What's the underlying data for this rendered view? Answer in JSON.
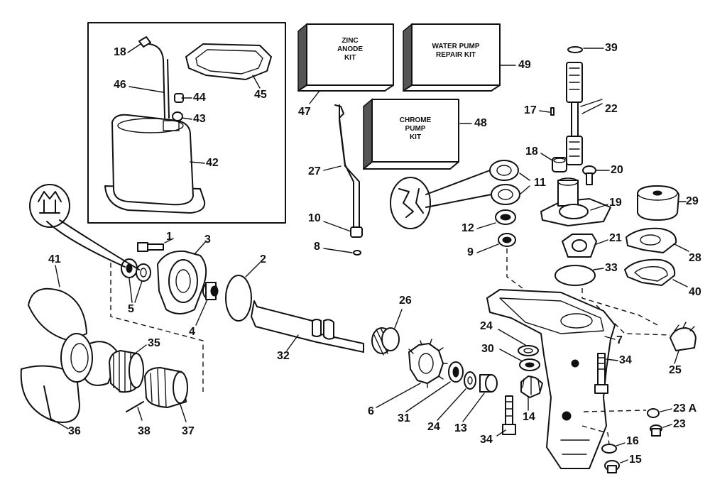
{
  "kits": {
    "zinc_anode": [
      "ZINC",
      "ANODE",
      "KIT"
    ],
    "water_pump": [
      "WATER PUMP",
      "REPAIR KIT"
    ],
    "chrome_pump": [
      "CHROME",
      "PUMP",
      "KIT"
    ]
  },
  "callouts": [
    {
      "id": "39",
      "text": "39"
    },
    {
      "id": "22",
      "text": "22"
    },
    {
      "id": "17",
      "text": "17"
    },
    {
      "id": "18b",
      "text": "18"
    },
    {
      "id": "20",
      "text": "20"
    },
    {
      "id": "49",
      "text": "49"
    },
    {
      "id": "48",
      "text": "48"
    },
    {
      "id": "47",
      "text": "47"
    },
    {
      "id": "45",
      "text": "45"
    },
    {
      "id": "18a",
      "text": "18"
    },
    {
      "id": "46",
      "text": "46"
    },
    {
      "id": "44",
      "text": "44"
    },
    {
      "id": "43",
      "text": "43"
    },
    {
      "id": "42",
      "text": "42"
    },
    {
      "id": "27",
      "text": "27"
    },
    {
      "id": "10",
      "text": "10"
    },
    {
      "id": "8",
      "text": "8"
    },
    {
      "id": "11",
      "text": "11"
    },
    {
      "id": "12",
      "text": "12"
    },
    {
      "id": "9",
      "text": "9"
    },
    {
      "id": "19",
      "text": "19"
    },
    {
      "id": "29",
      "text": "29"
    },
    {
      "id": "21",
      "text": "21"
    },
    {
      "id": "28",
      "text": "28"
    },
    {
      "id": "33",
      "text": "33"
    },
    {
      "id": "40",
      "text": "40"
    },
    {
      "id": "1",
      "text": "1"
    },
    {
      "id": "3",
      "text": "3"
    },
    {
      "id": "2",
      "text": "2"
    },
    {
      "id": "41",
      "text": "41"
    },
    {
      "id": "5",
      "text": "5"
    },
    {
      "id": "4",
      "text": "4"
    },
    {
      "id": "26",
      "text": "26"
    },
    {
      "id": "32",
      "text": "32"
    },
    {
      "id": "24a",
      "text": "24"
    },
    {
      "id": "7",
      "text": "7"
    },
    {
      "id": "30",
      "text": "30"
    },
    {
      "id": "34a",
      "text": "34"
    },
    {
      "id": "25",
      "text": "25"
    },
    {
      "id": "35",
      "text": "35"
    },
    {
      "id": "6",
      "text": "6"
    },
    {
      "id": "31",
      "text": "31"
    },
    {
      "id": "24b",
      "text": "24"
    },
    {
      "id": "13",
      "text": "13"
    },
    {
      "id": "14",
      "text": "14"
    },
    {
      "id": "23a",
      "text": "23 A"
    },
    {
      "id": "23",
      "text": "23"
    },
    {
      "id": "16",
      "text": "16"
    },
    {
      "id": "15",
      "text": "15"
    },
    {
      "id": "36",
      "text": "36"
    },
    {
      "id": "38",
      "text": "38"
    },
    {
      "id": "37",
      "text": "37"
    },
    {
      "id": "34b",
      "text": "34"
    }
  ]
}
